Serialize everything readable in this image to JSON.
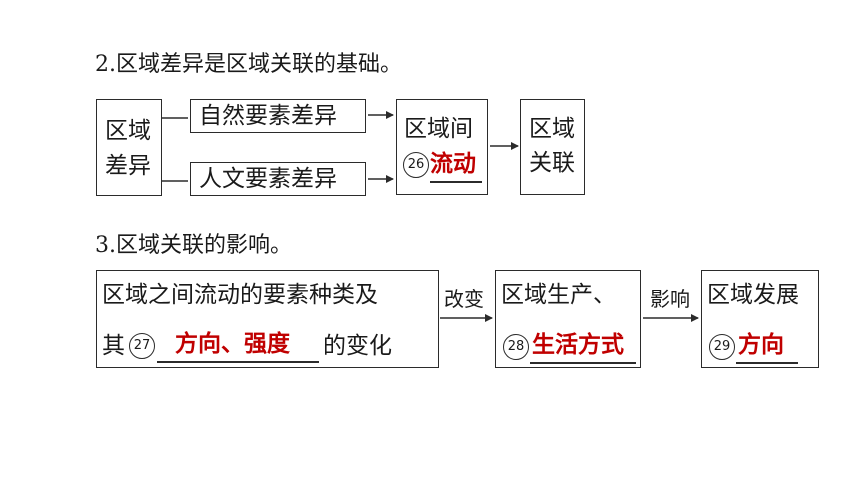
{
  "section2": {
    "heading": "2.区域差异是区域关联的基础。",
    "diff_line1": "区域",
    "diff_line2": "差异",
    "natural": "自然要素差异",
    "human": "人文要素差异",
    "between_text": "区域间",
    "num26": "26",
    "ans26": "流动",
    "link_line1": "区域",
    "link_line2": "关联"
  },
  "section3": {
    "heading": "3.区域关联的影响。",
    "elem_line1": "区域之间流动的要素种类及",
    "elem_prefix": "其",
    "num27": "27",
    "ans27": "方向、强度",
    "elem_suffix": "的变化",
    "arrow1_label": "改变",
    "prod_line1": "区域生产、",
    "num28": "28",
    "ans28": "生活方式",
    "arrow2_label": "影响",
    "dev_line1": "区域发展",
    "num29": "29",
    "ans29": "方向"
  },
  "colors": {
    "answer": "#c00000",
    "line": "#2b2b2b"
  }
}
